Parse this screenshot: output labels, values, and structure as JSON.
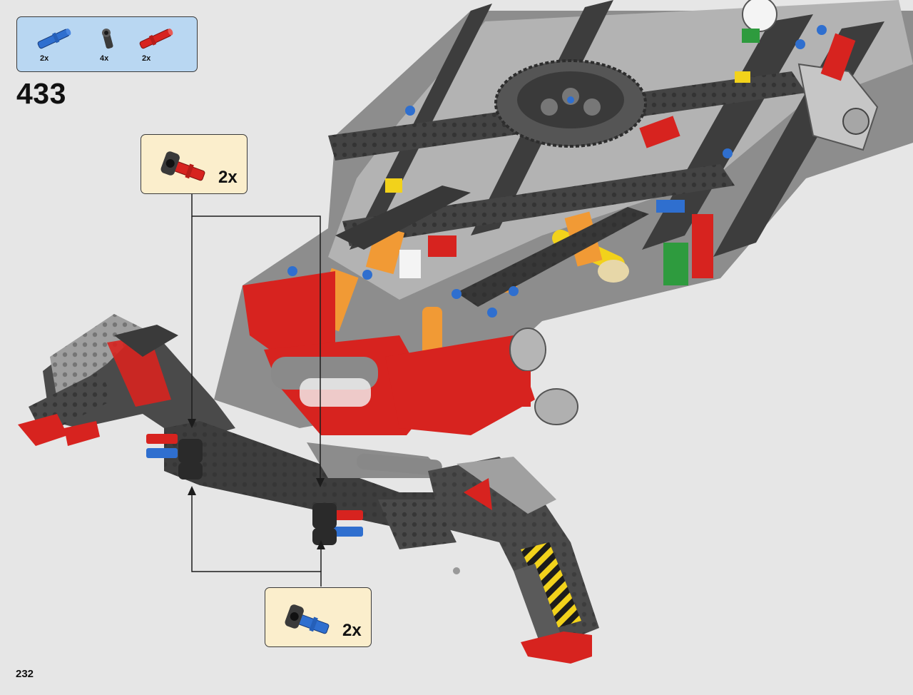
{
  "parts_list": {
    "items": [
      {
        "icon": "blue-axle-pin-icon",
        "color": "#2f6fcf",
        "quantity": "2x"
      },
      {
        "icon": "black-pin-connector-icon",
        "color": "#3b3b3b",
        "quantity": "4x"
      },
      {
        "icon": "red-axle-pin-icon",
        "color": "#d7231f",
        "quantity": "2x"
      }
    ]
  },
  "step": {
    "number": "433"
  },
  "callouts": {
    "top": {
      "icon": "red-pin-assembly-icon",
      "quantity": "2x"
    },
    "bottom": {
      "icon": "blue-pin-assembly-icon",
      "quantity": "2x"
    }
  },
  "page": {
    "number": "232"
  },
  "colors": {
    "background": "#e6e6e6",
    "parts_box": "#b9d7f2",
    "callout_box": "#fbeecc",
    "red": "#d7231f",
    "blue": "#2f6fcf",
    "yellow": "#f2d21b",
    "orange": "#f19a35",
    "green": "#2e9b3e",
    "dark_gray": "#4a4a4a",
    "light_gray": "#a4a4a4"
  }
}
